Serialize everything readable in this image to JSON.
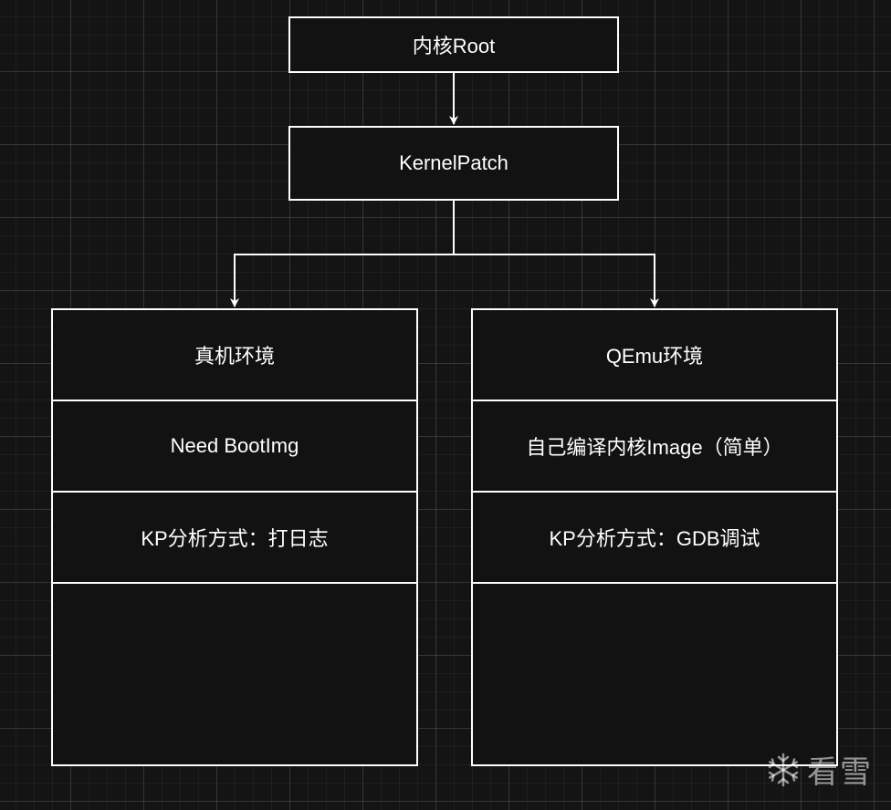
{
  "root": {
    "label": "内核Root"
  },
  "patch": {
    "label": "KernelPatch"
  },
  "left_table": {
    "rows": [
      "真机环境",
      "Need BootImg",
      "KP分析方式：打日志",
      ""
    ]
  },
  "right_table": {
    "rows": [
      "QEmu环境",
      "自己编译内核Image（简单）",
      "KP分析方式：GDB调试",
      ""
    ]
  },
  "watermark": {
    "text": "看雪",
    "icon": "snowflake-icon"
  },
  "colors": {
    "background": "#141414",
    "line": "#ffffff",
    "box": "#121212"
  }
}
